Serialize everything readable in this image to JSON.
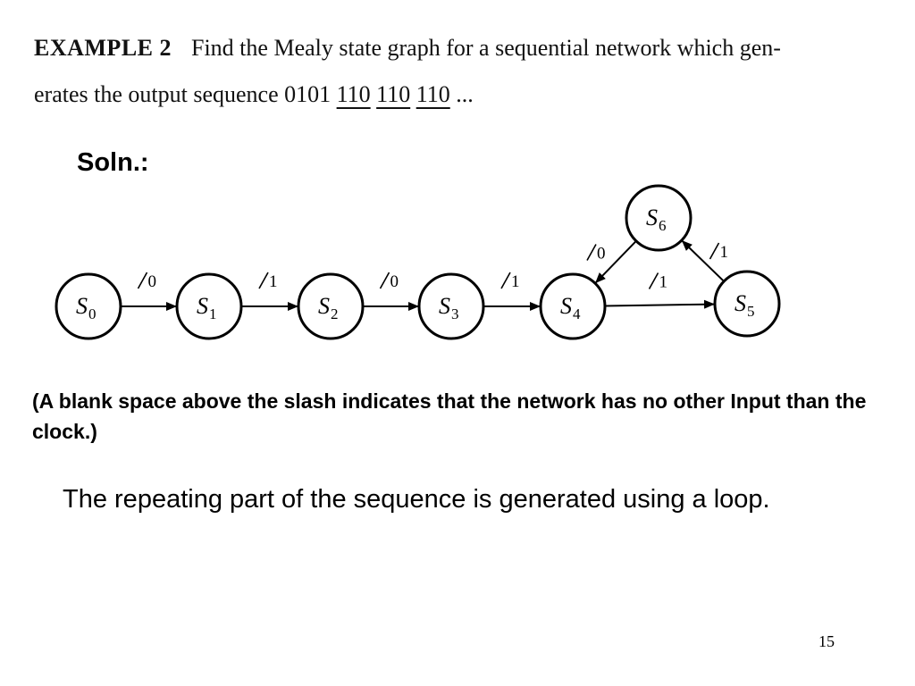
{
  "example": {
    "label": "EXAMPLE 2",
    "text_line1": "Find the Mealy state graph for a sequential network which gen-",
    "text_line2_prefix": "erates the output sequence 0101",
    "sequence_parts": [
      "110",
      "110",
      "110"
    ],
    "text_line2_suffix": "..."
  },
  "solution_label": "Soln.:",
  "diagram": {
    "states": [
      {
        "id": "s0",
        "name": "S",
        "sub": "0"
      },
      {
        "id": "s1",
        "name": "S",
        "sub": "1"
      },
      {
        "id": "s2",
        "name": "S",
        "sub": "2"
      },
      {
        "id": "s3",
        "name": "S",
        "sub": "3"
      },
      {
        "id": "s4",
        "name": "S",
        "sub": "4"
      },
      {
        "id": "s5",
        "name": "S",
        "sub": "5"
      },
      {
        "id": "s6",
        "name": "S",
        "sub": "6"
      }
    ],
    "transitions": [
      {
        "from": "s0",
        "to": "s1",
        "output": "0"
      },
      {
        "from": "s1",
        "to": "s2",
        "output": "1"
      },
      {
        "from": "s2",
        "to": "s3",
        "output": "0"
      },
      {
        "from": "s3",
        "to": "s4",
        "output": "1"
      },
      {
        "from": "s4",
        "to": "s5",
        "output": "1"
      },
      {
        "from": "s5",
        "to": "s6",
        "output": "1"
      },
      {
        "from": "s6",
        "to": "s4",
        "output": "0"
      }
    ]
  },
  "note": "(A blank space above the slash indicates that the network has no other Input than the clock.)",
  "body_text": "The repeating part of the sequence is generated using a loop.",
  "page_number": "15"
}
